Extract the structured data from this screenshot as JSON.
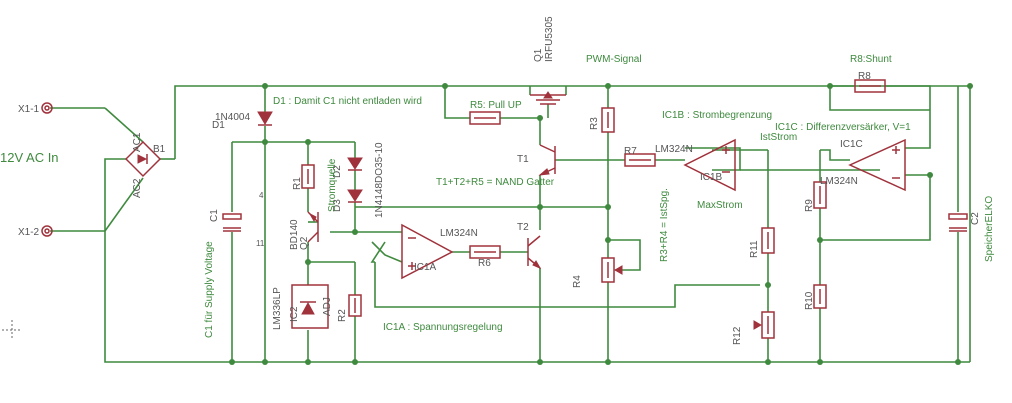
{
  "labels": {
    "title_in": "12V AC In",
    "x1_1": "X1-1",
    "x1_2": "X1-2",
    "ac1": "AC1",
    "ac2": "AC2",
    "b1": "B1",
    "d1_part": "1N4004",
    "d1_name": "D1",
    "d1_note": "D1 : Damit C1 nicht entladen wird",
    "q1_name": "Q1",
    "q1_part": "IRFU5305",
    "pwm": "PWM-Signal",
    "r5_note": "R5: Pull UP",
    "r5": "R5",
    "r3": "R3",
    "r1": "R1",
    "r2": "R2",
    "r4": "R4",
    "r6": "R6",
    "r7": "R7",
    "r8": "R8",
    "r8_note": "R8:Shunt",
    "r9": "R9",
    "r10": "R10",
    "r11": "R11",
    "r12": "R12",
    "d2_part": "1N4148DO35-10",
    "d2": "D2",
    "d3": "D3",
    "stromquelle": "Stromquelle",
    "q2_part": "BD140",
    "q2": "Q2",
    "t1": "T1",
    "t2": "T2",
    "nand": "T1+T2+R5 = NAND Gatter",
    "ic1b_note": "IC1B : Strombegrenzung",
    "ic1b_part": "LM324N",
    "ic1b": "IC1B",
    "iststrom": "IstStrom",
    "maxstrom": "MaxStrom",
    "ic1c_note": "IC1C : Differenzversärker, V=1",
    "ic1c": "IC1C",
    "ic1c_part": "LM324N",
    "ic1a_part": "LM324N",
    "ic1a": "IC1A",
    "ic1a_note": "IC1A : Spannungsregelung",
    "r3r4_note": "R3+R4 = IstSpg.",
    "c1": "C1",
    "c1_note": "C1 für Supply Voltage",
    "c2": "C2",
    "c2_note": "SpeicherELKO",
    "ic2_part": "LM336LP",
    "ic2": "IC2",
    "adj": "ADJ",
    "pin4": "4",
    "pin11": "11"
  },
  "colors": {
    "wire": "#3f8a3f",
    "symbol": "#a0323c",
    "label": "#555555",
    "background": "#ffffff"
  }
}
